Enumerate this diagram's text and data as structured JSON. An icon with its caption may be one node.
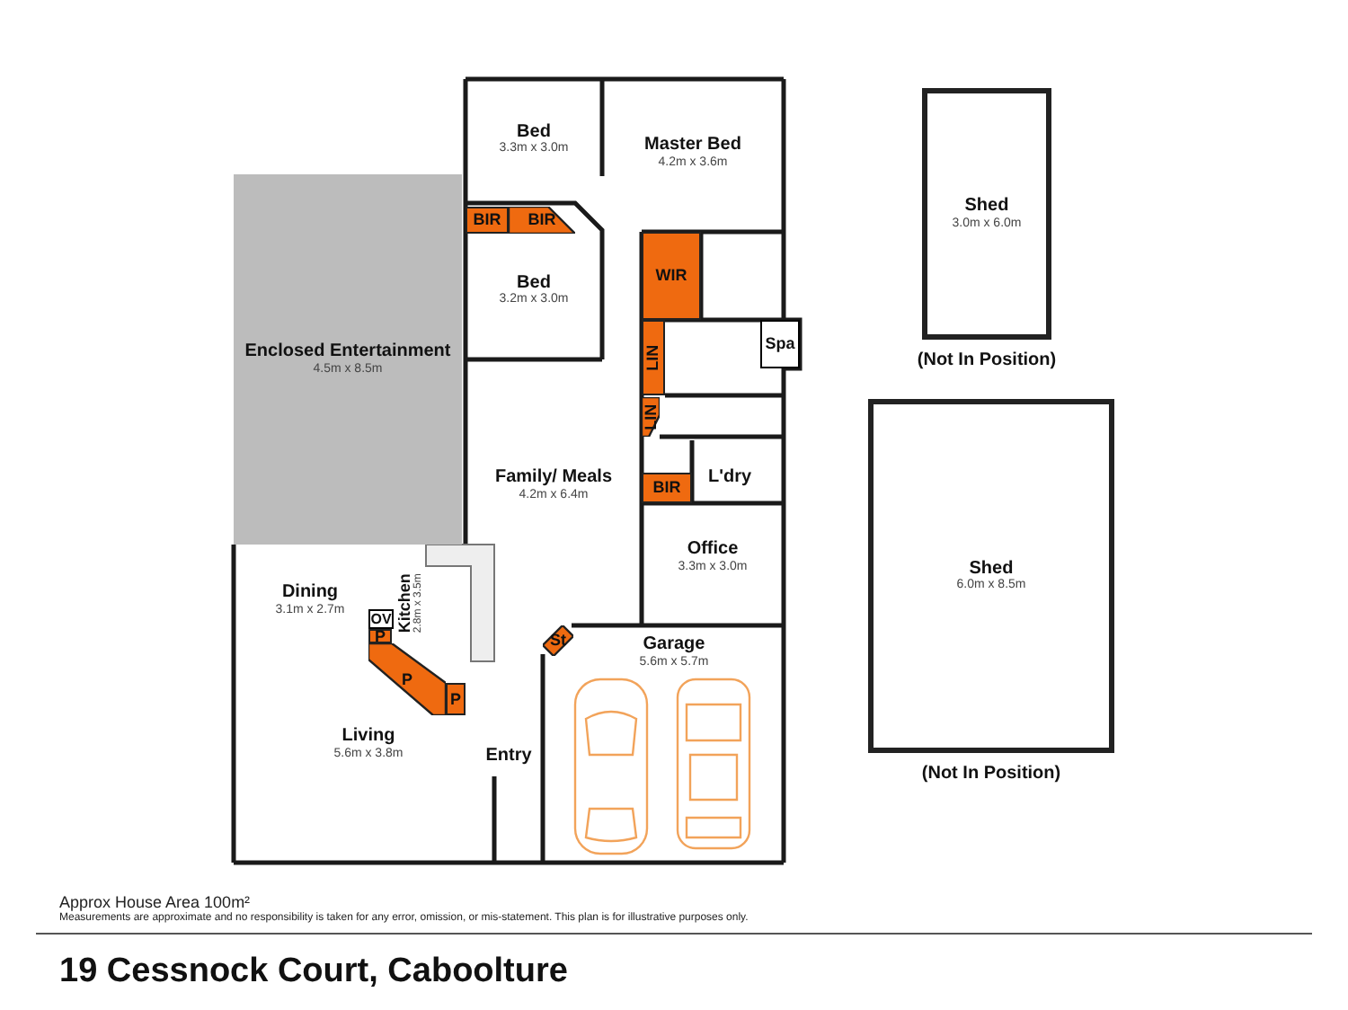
{
  "diagram": {
    "title": "19 Cessnock Court, Caboolture",
    "nodes": [
      {
        "text": [
          "Bed",
          "3.3m x 3.0m"
        ]
      },
      {
        "text": [
          "Master Bed",
          "4.2m x 3.6m"
        ]
      },
      {
        "text": [
          "BIR"
        ]
      },
      {
        "text": [
          "BIR"
        ]
      },
      {
        "text": [
          "Enclosed Entertainment",
          "4.5m x 8.5m"
        ]
      },
      {
        "text": [
          "Bed",
          "3.2m x 3.0m"
        ]
      },
      {
        "text": [
          "WIR"
        ]
      },
      {
        "text": [
          "Spa"
        ]
      },
      {
        "text": [
          "LIN"
        ]
      },
      {
        "text": [
          "LIN"
        ]
      },
      {
        "text": [
          "Family/ Meals",
          "4.2m x 6.4m"
        ]
      },
      {
        "text": [
          "BIR"
        ]
      },
      {
        "text": [
          "L'dry"
        ]
      },
      {
        "text": [
          "Office",
          "3.3m x 3.0m"
        ]
      },
      {
        "text": [
          "Dining",
          "3.1m x 2.7m"
        ]
      },
      {
        "text": [
          "Kitchen",
          "2.8m x 3.5m"
        ]
      },
      {
        "text": [
          "OV"
        ]
      },
      {
        "text": [
          "P"
        ]
      },
      {
        "text": [
          "P"
        ]
      },
      {
        "text": [
          "P"
        ]
      },
      {
        "text": [
          "St"
        ]
      },
      {
        "text": [
          "Garage",
          "5.6m x 5.7m"
        ]
      },
      {
        "text": [
          "Living",
          "5.6m x 3.8m"
        ]
      },
      {
        "text": [
          "Entry"
        ]
      },
      {
        "text": [
          "Shed",
          "3.0m x 6.0m"
        ],
        "beside": [
          "(Not In Position)"
        ]
      },
      {
        "text": [
          "Shed",
          "6.0m x 8.5m"
        ],
        "beside": [
          "(Not In Position)"
        ]
      }
    ],
    "labels": [
      "Approx House Area 100m²",
      "Measurements are approximate and no responsibility is taken for any error, omission, or mis-statement. This plan is for illustrative purposes only."
    ]
  }
}
